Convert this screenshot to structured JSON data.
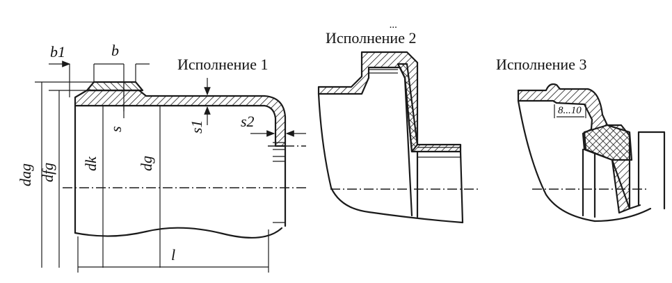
{
  "titles": {
    "variant1": "Исполнение 1",
    "variant2": "Исполнение 2",
    "variant3": "Исполнение 3"
  },
  "labels": {
    "d_ag": "dag",
    "d_fg": "dfg",
    "d_k": "dk",
    "d_g": "dg",
    "b1": "b1",
    "b": "b",
    "s": "s",
    "s1": "s1",
    "s2": "s2",
    "l": "l",
    "range_8_10": "8...10"
  },
  "top_marks": "..."
}
